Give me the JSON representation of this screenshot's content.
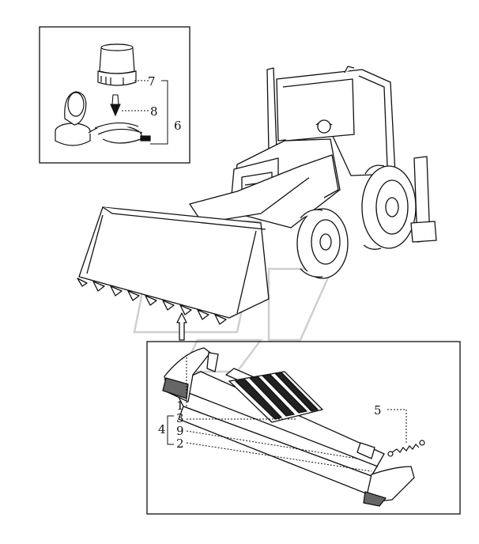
{
  "callouts": {
    "n1": "1",
    "n2": "2",
    "n3": "3",
    "n4": "4",
    "n5": "5",
    "n6": "6",
    "n7": "7",
    "n8": "8",
    "n9": "9"
  },
  "colors": {
    "line": "#111111",
    "watermark": "#cfcfcf",
    "background": "#ffffff"
  }
}
